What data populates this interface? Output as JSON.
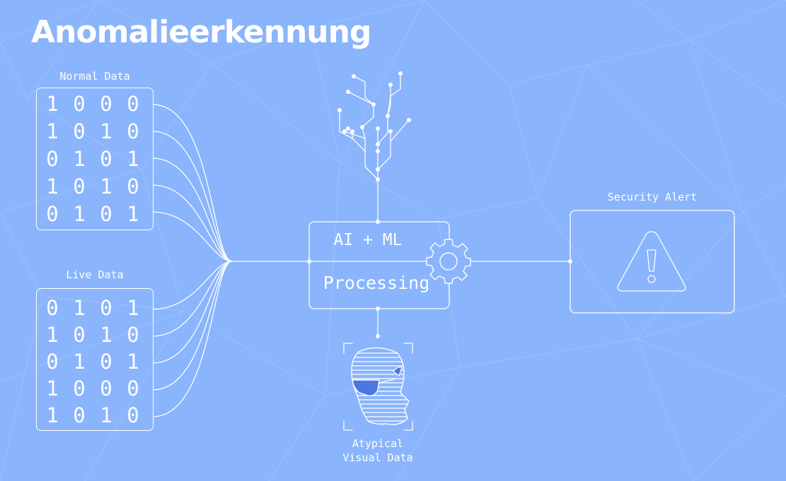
{
  "title": "Anomalieerkennung",
  "normal_data": {
    "label": "Normal Data",
    "rows": [
      [
        "1",
        "0",
        "0",
        "0"
      ],
      [
        "1",
        "0",
        "1",
        "0"
      ],
      [
        "0",
        "1",
        "0",
        "1"
      ],
      [
        "1",
        "0",
        "1",
        "0"
      ],
      [
        "0",
        "1",
        "0",
        "1"
      ]
    ]
  },
  "live_data": {
    "label": "Live Data",
    "rows": [
      [
        "0",
        "1",
        "0",
        "1"
      ],
      [
        "1",
        "0",
        "1",
        "0"
      ],
      [
        "0",
        "1",
        "0",
        "1"
      ],
      [
        "1",
        "0",
        "0",
        "0"
      ],
      [
        "1",
        "0",
        "1",
        "0"
      ]
    ]
  },
  "processing": {
    "line1": "AI + ML",
    "line2": "Processing"
  },
  "alert": {
    "label": "Security Alert"
  },
  "visual": {
    "label_line1": "Atypical",
    "label_line2": "Visual Data"
  },
  "colors": {
    "background": "#8ab4fc",
    "foreground": "#ffffff",
    "accent": "#4a78e0"
  },
  "icons": {
    "gear": "gear-icon",
    "warning": "warning-triangle-icon",
    "face": "face-sunglasses-icon",
    "tree": "neural-tree-icon"
  }
}
